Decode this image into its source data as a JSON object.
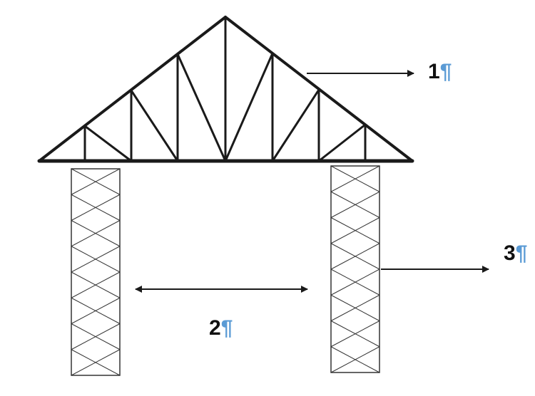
{
  "labels": {
    "callout_1": {
      "number": "1",
      "mark": "¶"
    },
    "callout_2": {
      "number": "2",
      "mark": "¶"
    },
    "callout_3": {
      "number": "3",
      "mark": "¶"
    }
  },
  "colors": {
    "line": "#1a1a1a",
    "mark": "#5b9bd5",
    "background": "#ffffff"
  }
}
